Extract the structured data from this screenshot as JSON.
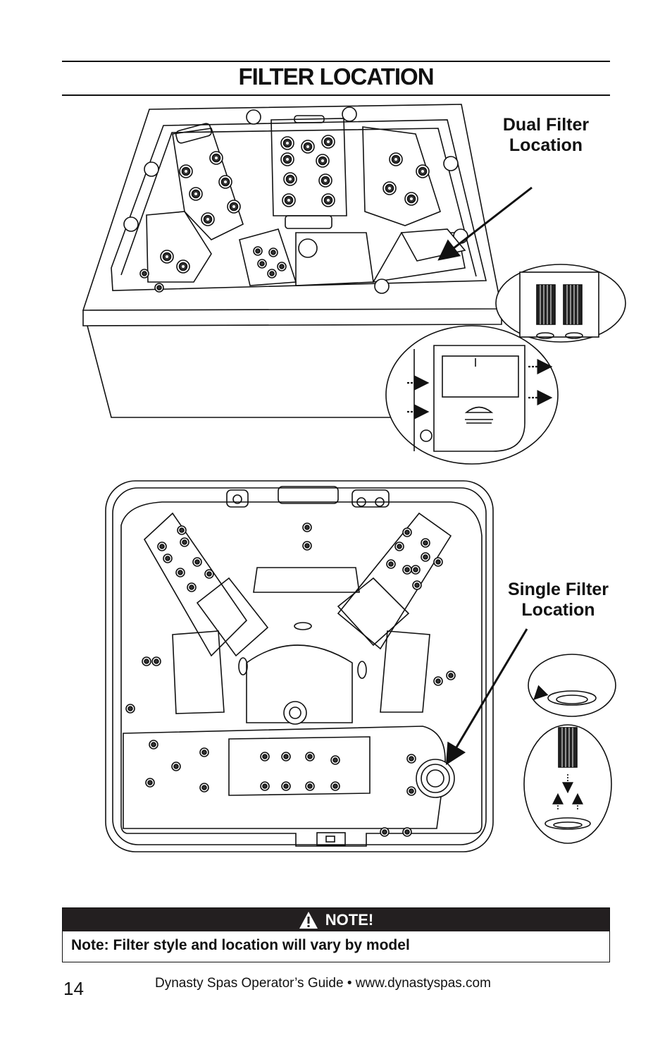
{
  "page": {
    "title": "FILTER LOCATION",
    "page_number": "14",
    "footer": "Dynasty Spas Operator’s Guide • www.dynastyspas.com"
  },
  "callouts": {
    "dual_filter": [
      "Dual Filter",
      "Location"
    ],
    "single_filter": [
      "Single Filter",
      "Location"
    ]
  },
  "note": {
    "header": "NOTE!",
    "text": "Note: Filter style and location will vary by model"
  }
}
